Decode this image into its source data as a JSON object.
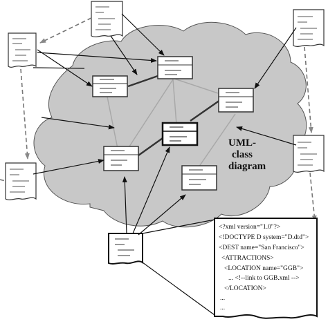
{
  "diagram": {
    "cloud_label": [
      "UML-",
      "class",
      "diagram"
    ],
    "xml_listing": [
      "<?xml version=\"1.0\"?>",
      "<!DOCTYPE D system=\"D.dtd\">",
      "<DEST name=\"San Francisco\">",
      "<ATTRACTIONS>",
      "<LOCATION name=\"GGB\">",
      "... <!--link to GGB.xml -->",
      "</LOCATION>",
      "...",
      "..."
    ],
    "colors": {
      "cloud_fill": "#c8c8c8",
      "cloud_stroke": "#555555",
      "arrow": "#111111",
      "dashed_link": "#777777",
      "class_link": "#333333",
      "association": "#a8a8a8"
    }
  }
}
